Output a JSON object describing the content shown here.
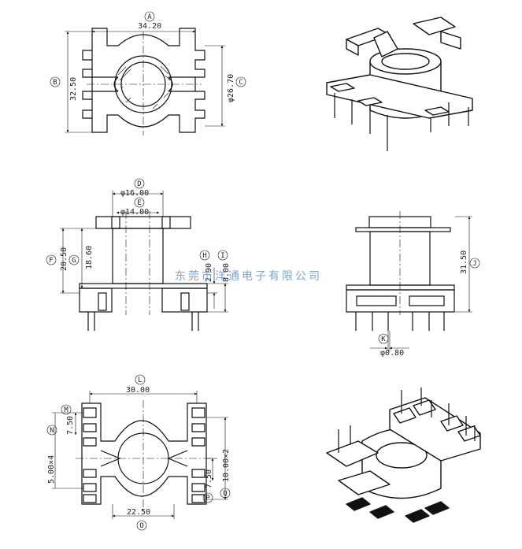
{
  "watermark": "东莞市洋通电子有限公司",
  "views": {
    "top": {
      "dims": {
        "A": "34.20",
        "B": "32.50",
        "C": "φ26.70"
      },
      "circles": {
        "A": "A",
        "B": "B",
        "C": "C"
      }
    },
    "front": {
      "dims": {
        "D": "φ16.00",
        "E": "φ14.00",
        "F": "20.50",
        "G": "18.60",
        "H": "2.90",
        "I": "8.00"
      },
      "circles": {
        "D": "D",
        "E": "E",
        "F": "F",
        "G": "G",
        "H": "H",
        "I": "I"
      }
    },
    "side": {
      "dims": {
        "J": "31.50",
        "K": "φ0.80"
      },
      "circles": {
        "J": "J",
        "K": "K"
      }
    },
    "bottom": {
      "dims": {
        "L": "30.00",
        "M": "7.50",
        "N": "5.00×4",
        "O": "22.50",
        "P": "7.50",
        "Q": "10.00×2"
      },
      "circles": {
        "L": "L",
        "M": "M",
        "N": "N",
        "O": "O",
        "P": "P",
        "Q": "Q"
      }
    }
  }
}
